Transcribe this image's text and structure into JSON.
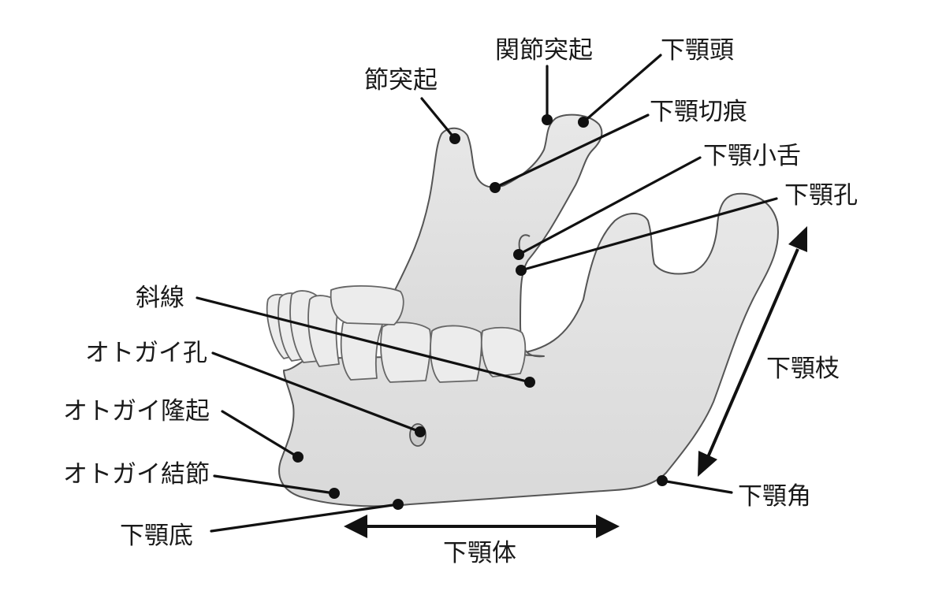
{
  "labels": {
    "condylar_process": "関節突起",
    "coronoid_process": "節突起",
    "head_of_mandible": "下顎頭",
    "mandibular_notch": "下顎切痕",
    "lingula": "下顎小舌",
    "mandibular_foramen": "下顎孔",
    "oblique_line": "斜線",
    "mental_foramen": "オトガイ孔",
    "mental_protuberance": "オトガイ隆起",
    "mental_tubercle": "オトガイ結節",
    "base_of_mandible": "下顎底",
    "ramus": "下顎枝",
    "angle": "下顎角",
    "body": "下顎体"
  }
}
